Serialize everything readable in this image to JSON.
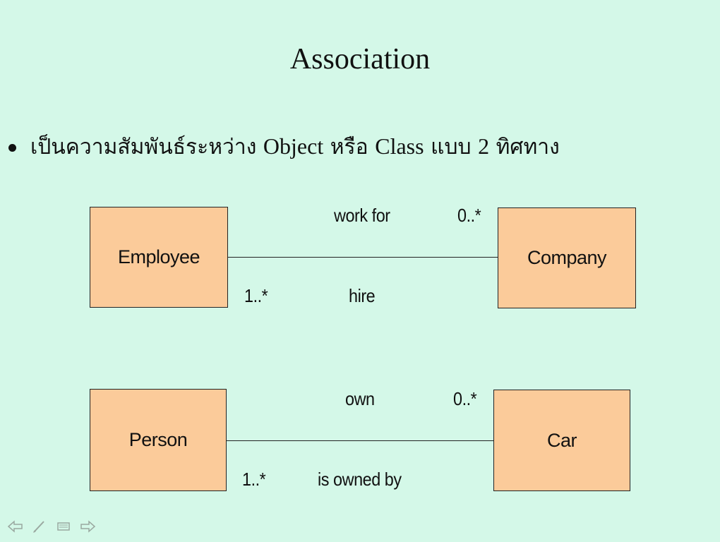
{
  "slide": {
    "title": "Association",
    "bullet": {
      "thai_part1": "เป็นความสัมพันธ์ระหว่าง",
      "latin_part1": "Object",
      "thai_part2": "หรือ",
      "latin_part2": "Class",
      "thai_part3": "แบบ",
      "latin_part3": "2",
      "thai_part4": "ทิศทาง"
    }
  },
  "diagram1": {
    "left_class": "Employee",
    "right_class": "Company",
    "top_label": "work for",
    "bottom_label": "hire",
    "right_multiplicity": "0..*",
    "left_multiplicity": "1..*"
  },
  "diagram2": {
    "left_class": "Person",
    "right_class": "Car",
    "top_label": "own",
    "bottom_label": "is owned by",
    "right_multiplicity": "0..*",
    "left_multiplicity": "1..*"
  },
  "navigation": {
    "icons": [
      "arrow-left-icon",
      "pen-icon",
      "menu-icon",
      "arrow-right-icon"
    ]
  }
}
